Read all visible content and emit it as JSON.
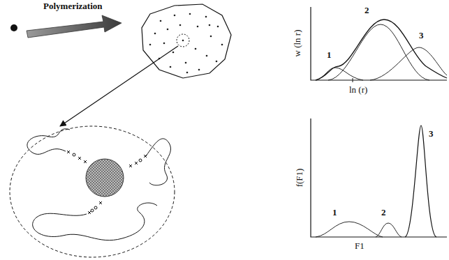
{
  "diagram": {
    "labels": [
      "Polymerization",
      "w (ln r)",
      "ln (r)",
      "1",
      "2",
      "3",
      "f(F1)",
      "F1",
      "1",
      "2",
      "3"
    ]
  }
}
